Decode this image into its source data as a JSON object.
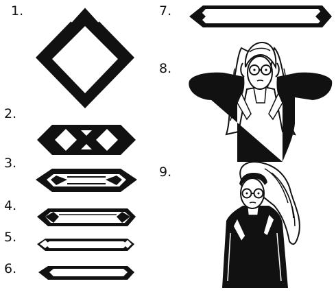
{
  "steps": [
    {
      "number": "1."
    },
    {
      "number": "2."
    },
    {
      "number": "3."
    },
    {
      "number": "4."
    },
    {
      "number": "5."
    },
    {
      "number": "6."
    },
    {
      "number": "7."
    },
    {
      "number": "8."
    },
    {
      "number": "9."
    }
  ],
  "colors": {
    "ink": "#111111",
    "paper": "#ffffff",
    "skin": "#ffffff"
  },
  "icons": {
    "step1": "folded-square-diamond",
    "step2": "folded-band-double-diamond",
    "step3": "folded-band-stage3",
    "step4": "folded-band-stage4",
    "step5": "folded-band-stage5",
    "step6": "folded-band-stage6",
    "step7": "finished-headband",
    "step8": "woman-tying-headband",
    "step9": "woman-wearing-headband"
  }
}
